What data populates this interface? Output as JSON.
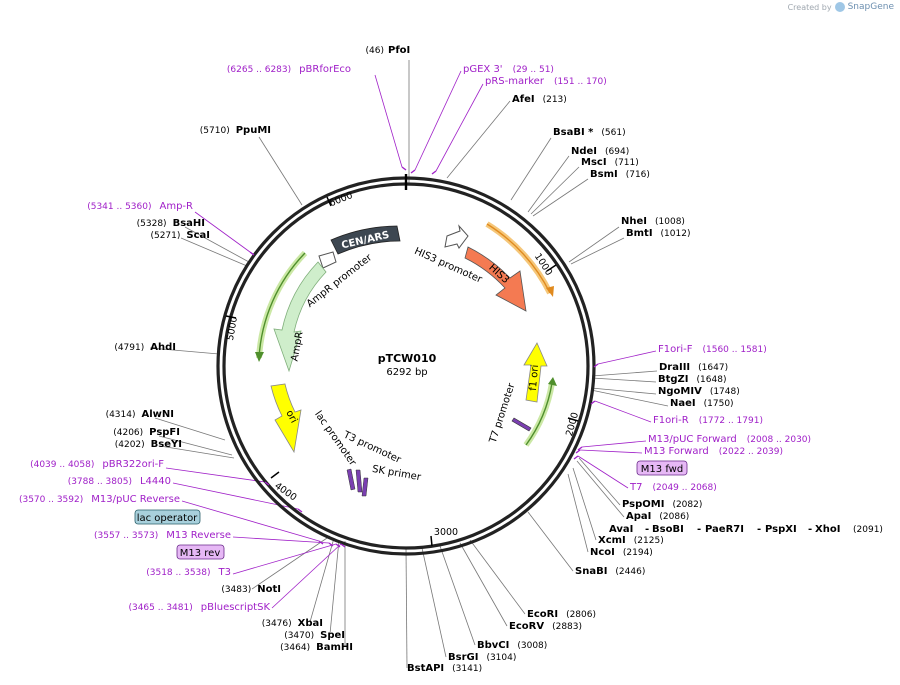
{
  "credit": {
    "created_by": "Created by",
    "brand": "SnapGene",
    "logo_icon": "snapgene-logo-icon"
  },
  "map": {
    "name": "pTCW010",
    "length_label": "6292 bp",
    "length": 6292
  },
  "colors": {
    "backbone": "#222222",
    "site_label": "#000000",
    "primer": "#a020c8",
    "his3": "#f47a52",
    "ampr": "#cfeecb",
    "ori": "#ffff00",
    "cen": "#3d4751",
    "promoter_outline": "#555555"
  },
  "ticks": [
    "1000",
    "2000",
    "3000",
    "4000",
    "5000",
    "6000"
  ],
  "sites": [
    {
      "name": "PfoI",
      "pos": "(46)"
    },
    {
      "name": "AfeI",
      "pos": "(213)"
    },
    {
      "name": "BsaBI *",
      "pos": "(561)"
    },
    {
      "name": "NdeI",
      "pos": "(694)"
    },
    {
      "name": "MscI",
      "pos": "(711)"
    },
    {
      "name": "BsmI",
      "pos": "(716)"
    },
    {
      "name": "NheI",
      "pos": "(1008)"
    },
    {
      "name": "BmtI",
      "pos": "(1012)"
    },
    {
      "name": "DraIII",
      "pos": "(1647)"
    },
    {
      "name": "BtgZI",
      "pos": "(1648)"
    },
    {
      "name": "NgoMIV",
      "pos": "(1748)"
    },
    {
      "name": "NaeI",
      "pos": "(1750)"
    },
    {
      "name": "PspOMI",
      "pos": "(2082)"
    },
    {
      "name": "ApaI",
      "pos": "(2086)"
    },
    {
      "name": "XcmI",
      "pos": "(2125)"
    },
    {
      "name": "NcoI",
      "pos": "(2194)"
    },
    {
      "name": "SnaBI",
      "pos": "(2446)"
    },
    {
      "name": "EcoRI",
      "pos": "(2806)"
    },
    {
      "name": "EcoRV",
      "pos": "(2883)"
    },
    {
      "name": "BbvCI",
      "pos": "(3008)"
    },
    {
      "name": "BsrGI",
      "pos": "(3104)"
    },
    {
      "name": "BstAPI",
      "pos": "(3141)"
    },
    {
      "name": "BamHI",
      "pos": "(3464)"
    },
    {
      "name": "SpeI",
      "pos": "(3470)"
    },
    {
      "name": "XbaI",
      "pos": "(3476)"
    },
    {
      "name": "NotI",
      "pos": "(3483)"
    },
    {
      "name": "AhdI",
      "pos": "(4791)"
    },
    {
      "name": "AlwNI",
      "pos": "(4314)"
    },
    {
      "name": "PspFI",
      "pos": "(4206)"
    },
    {
      "name": "BseYI",
      "pos": "(4202)"
    },
    {
      "name": "ScaI",
      "pos": "(5271)"
    },
    {
      "name": "BsaHI",
      "pos": "(5328)"
    },
    {
      "name": "PpuMI",
      "pos": "(5710)"
    }
  ],
  "multi_site": {
    "first": "AvaI",
    "sep": "-",
    "items": [
      "BsoBI",
      "PaeR7I",
      "PspXI",
      "XhoI"
    ],
    "pos": "(2091)"
  },
  "primers": [
    {
      "name": "pBRforEco",
      "pos": "(6265 .. 6283)"
    },
    {
      "name": "pGEX 3'",
      "pos": "(29 .. 51)"
    },
    {
      "name": "pRS-marker",
      "pos": "(151 .. 170)"
    },
    {
      "name": "F1ori-F",
      "pos": "(1560 .. 1581)"
    },
    {
      "name": "F1ori-R",
      "pos": "(1772 .. 1791)"
    },
    {
      "name": "M13/pUC Forward",
      "pos": "(2008 .. 2030)"
    },
    {
      "name": "M13 Forward",
      "pos": "(2022 .. 2039)"
    },
    {
      "name": "T7",
      "pos": "(2049 .. 2068)"
    },
    {
      "name": "Amp-R",
      "pos": "(5341 .. 5360)"
    },
    {
      "name": "pBR322ori-F",
      "pos": "(4039 .. 4058)"
    },
    {
      "name": "L4440",
      "pos": "(3788 .. 3805)"
    },
    {
      "name": "M13/pUC Reverse",
      "pos": "(3570 .. 3592)"
    },
    {
      "name": "M13 Reverse",
      "pos": "(3557 .. 3573)"
    },
    {
      "name": "T3",
      "pos": "(3518 .. 3538)"
    },
    {
      "name": "pBluescriptSK",
      "pos": "(3465 .. 3481)"
    }
  ],
  "boxed": {
    "m13_fwd": "M13 fwd",
    "lac_operator": "lac operator",
    "m13_rev": "M13 rev"
  },
  "features": {
    "his3_promoter": "HIS3 promoter",
    "his3": "HIS3",
    "ampr_promoter": "AmpR promoter",
    "ampr": "AmpR",
    "cen_ars": "CEN/ARS",
    "f1_ori": "f1 ori",
    "t7_promoter": "T7 promoter",
    "ori": "ori",
    "lac_promoter": "lac promoter",
    "t3_promoter": "T3 promoter",
    "sk_primer": "SK primer"
  }
}
